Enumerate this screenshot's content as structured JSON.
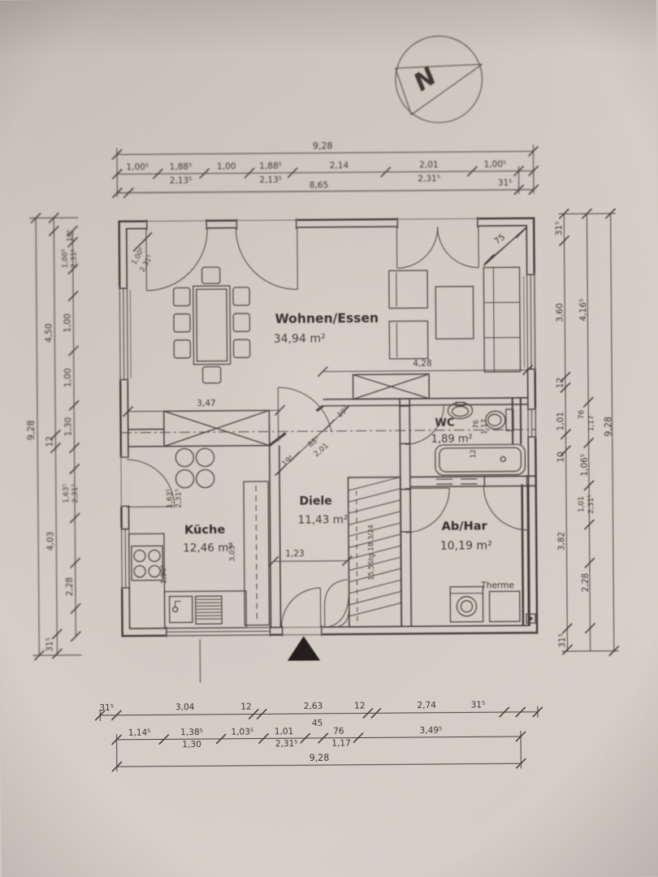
{
  "north": {
    "label": "N"
  },
  "rooms": {
    "living": {
      "name": "Wohnen/Essen",
      "area": "34,94 m²"
    },
    "kitchen": {
      "name": "Küche",
      "area": "12,46 m²"
    },
    "hall": {
      "name": "Diele",
      "area": "11,43 m²"
    },
    "wc": {
      "name": "WC",
      "area": "1,89 m²"
    },
    "storage": {
      "name": "Ab/Har",
      "area": "10,19 m²"
    },
    "boiler": "Therme",
    "stair_note": "15,5Stg 18,3/24"
  },
  "interior_dims": {
    "living_width": "4,28",
    "kitchen_width": "3,47",
    "hall_width": "1,23",
    "corner": "75",
    "diag_door_w": "88⁵",
    "diag_door_h": "2,01",
    "diag_jamb_l": "19⁵",
    "diag_jamb_r": "19⁵",
    "kitchen_depth": "3,05⁵",
    "kitchen_counter": "1,96⁵",
    "kitchen_window_w": "1,63⁵",
    "kitchen_window_h": "2,31⁵",
    "corner_window_w": "1,00⁵",
    "corner_window_h": "2,31⁵",
    "wc_w": "76",
    "wc_w2": "1,17",
    "wc_wall": "12"
  },
  "dim_top": {
    "total": "9,28",
    "inner": "8,65",
    "margin": "31⁵",
    "segments": [
      "1,00⁵",
      "1,88⁵",
      "1,00",
      "1,88⁵",
      "2,14",
      "2,01",
      "1,00⁵"
    ],
    "sub_2": "2,13⁵",
    "sub_4": "2,13⁵",
    "sub_6": "2,31⁵"
  },
  "dim_left": {
    "total": "9,28",
    "outer_chain": [
      "4,50",
      "12",
      "4,03",
      "31⁵"
    ],
    "inner_chain": [
      "10⁵",
      "1,00⁵",
      "2,31⁵",
      "1,00",
      "1,00",
      "1,30",
      "1,63⁵",
      "2,31⁵",
      "2,28"
    ]
  },
  "dim_right": {
    "total": "9,28",
    "inner_chain": [
      "31⁵",
      "3,60",
      "12",
      "1,01",
      "10",
      "3,82",
      "31⁵"
    ],
    "outer_chain": [
      "4,16⁵",
      "76",
      "1,17",
      "1,06⁵",
      "1,01",
      "2,31⁵",
      "2,28"
    ]
  },
  "dim_bottom": {
    "total": "9,28",
    "row1": [
      "31⁵",
      "3,04",
      "12",
      "2,63",
      "12",
      "2,74",
      "31⁵"
    ],
    "row1_sub": "45",
    "row2": [
      "1,14⁵",
      "1,38⁵",
      "1,03⁵",
      "1,01",
      "76",
      "3,49⁵"
    ],
    "row2_sub": [
      "1,30",
      "2,31⁵",
      "1,17"
    ]
  }
}
